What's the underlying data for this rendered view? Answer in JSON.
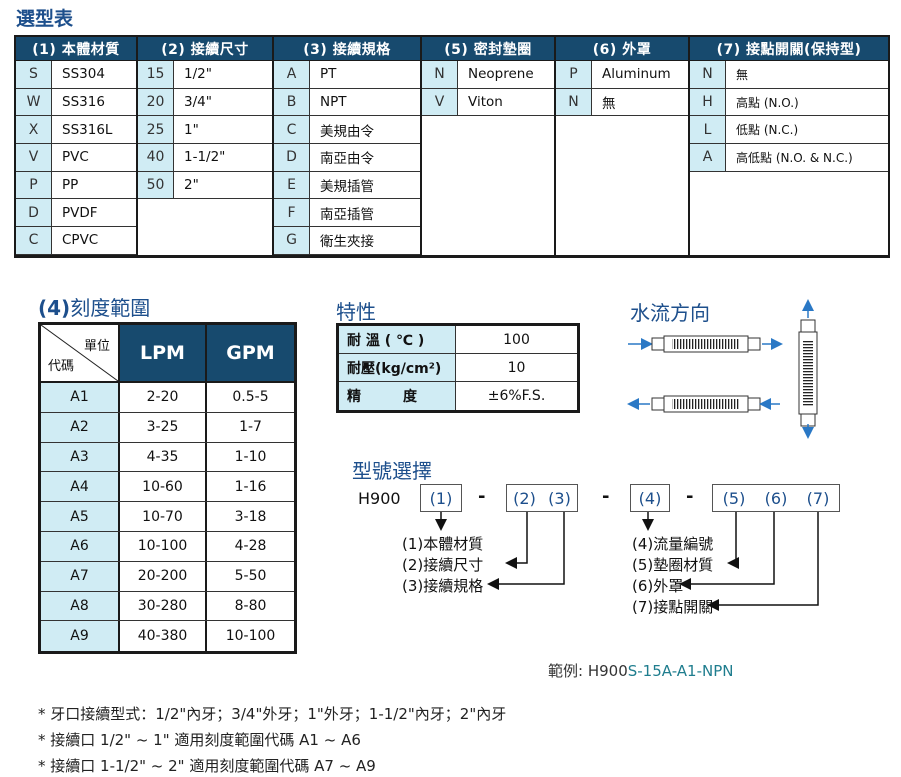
{
  "selection": {
    "title": "選型表",
    "columns": [
      {
        "header": "(1) 本體材質",
        "rows": [
          [
            "S",
            "SS304"
          ],
          [
            "W",
            "SS316"
          ],
          [
            "X",
            "SS316L"
          ],
          [
            "V",
            "PVC"
          ],
          [
            "P",
            "PP"
          ],
          [
            "D",
            "PVDF"
          ],
          [
            "C",
            "CPVC"
          ]
        ]
      },
      {
        "header": "(2) 接續尺寸",
        "rows": [
          [
            "15",
            "1/2\""
          ],
          [
            "20",
            "3/4\""
          ],
          [
            "25",
            "1\""
          ],
          [
            "40",
            "1-1/2\""
          ],
          [
            "50",
            "2\""
          ]
        ]
      },
      {
        "header": "(3) 接續規格",
        "rows": [
          [
            "A",
            "PT"
          ],
          [
            "B",
            "NPT"
          ],
          [
            "C",
            "美規由令"
          ],
          [
            "D",
            "南亞由令"
          ],
          [
            "E",
            "美規插管"
          ],
          [
            "F",
            "南亞插管"
          ],
          [
            "G",
            "衛生夾接"
          ]
        ]
      },
      {
        "header": "(5) 密封墊圈",
        "rows": [
          [
            "N",
            "Neoprene"
          ],
          [
            "V",
            "Viton"
          ]
        ]
      },
      {
        "header": "(6) 外罩",
        "rows": [
          [
            "P",
            "Aluminum"
          ],
          [
            "N",
            "無"
          ]
        ]
      },
      {
        "header": "(7) 接點開關(保持型)",
        "rows": [
          [
            "N",
            "無"
          ],
          [
            "H",
            "高點 (N.O.)"
          ],
          [
            "L",
            "低點 (N.C.)"
          ],
          [
            "A",
            "高低點 (N.O. & N.C.)"
          ]
        ]
      }
    ]
  },
  "range": {
    "title_num": "(4)",
    "title_text": "刻度範圍",
    "diag_unit": "單位",
    "diag_code": "代碼",
    "col_lpm": "LPM",
    "col_gpm": "GPM",
    "rows": [
      [
        "A1",
        "2-20",
        "0.5-5"
      ],
      [
        "A2",
        "3-25",
        "1-7"
      ],
      [
        "A3",
        "4-35",
        "1-10"
      ],
      [
        "A4",
        "10-60",
        "1-16"
      ],
      [
        "A5",
        "10-70",
        "3-18"
      ],
      [
        "A6",
        "10-100",
        "4-28"
      ],
      [
        "A7",
        "20-200",
        "5-50"
      ],
      [
        "A8",
        "30-280",
        "8-80"
      ],
      [
        "A9",
        "40-380",
        "10-100"
      ]
    ]
  },
  "spec": {
    "title": "特性",
    "rows": [
      {
        "key": "耐 溫 ( ℃ )",
        "value": "100"
      },
      {
        "key": "耐壓(kg/cm²)",
        "value": "10"
      },
      {
        "key": "精　　　度",
        "value": "±6%F.S."
      }
    ]
  },
  "flow": {
    "title": "水流方向"
  },
  "model": {
    "title": "型號選擇",
    "prefix": "H900",
    "boxes": [
      [
        "(1)"
      ],
      [
        "(2)",
        "(3)"
      ],
      [
        "(4)"
      ],
      [
        "(5)",
        "(6)",
        "(7)"
      ]
    ],
    "dash": "-",
    "labels_left": [
      "(1)本體材質",
      "(2)接續尺寸",
      "(3)接續規格"
    ],
    "labels_right": [
      "(4)流量編號",
      "(5)墊圈材質",
      "(6)外罩",
      "(7)接點開關"
    ]
  },
  "example": {
    "label": "範例: ",
    "prefix": "H900",
    "rest": "S-15A-A1-NPN"
  },
  "notes": [
    "*  牙口接續型式：1/2\"內牙；3/4\"外牙；1\"外牙；1-1/2\"內牙；2\"內牙",
    "*  接續口 1/2\" ~ 1\"  適用刻度範圍代碼  A1 ~ A6",
    "*  接續口 1-1/2\" ~ 2\"  適用刻度範圍代碼  A7 ~ A9"
  ],
  "colors": {
    "header_bg": "#174a6e",
    "code_bg": "#d0ecf4",
    "title_blue": "#1d4f8c",
    "arrow_blue": "#2a78c5"
  }
}
